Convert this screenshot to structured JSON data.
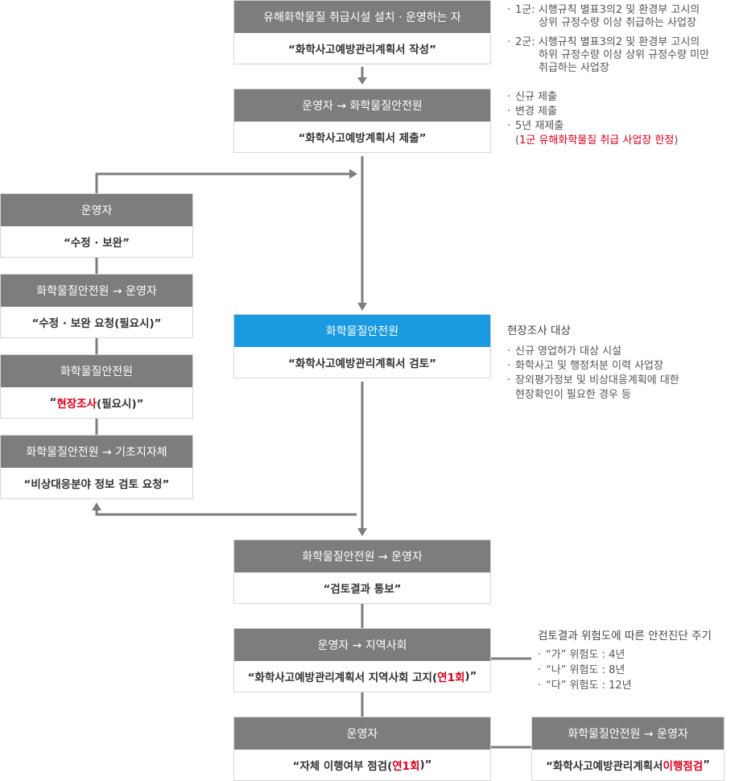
{
  "boxes": {
    "install": {
      "header": "유해화학물질 취급시설 설치 · 운영하는 자",
      "body": "“화학사고예방관리계획서 작성”"
    },
    "submit": {
      "header": "운영자 → 화학물질안전원",
      "body": "“화학사고예방계획서 제출”"
    },
    "review": {
      "header": "화학물질안전원",
      "body": "“화학사고예방관리계획서 검토”"
    },
    "notify_result": {
      "header": "화학물질안전원 → 운영자",
      "body": "“검토결과 통보”"
    },
    "community": {
      "header": "운영자 → 지역사회",
      "body_pre": "“화학사고예방관리계획서 지역사회 고지(",
      "body_red": "연1회",
      "body_post": ")”"
    },
    "self_check": {
      "header": "운영자",
      "body_pre": "“자체 이행여부 점검(",
      "body_red": "연1회",
      "body_post": ")”"
    },
    "impl_check": {
      "header": "화학물질안전원 → 운영자",
      "body_pre": "“화학사고예방관리계획서 ",
      "body_red": "이행점검",
      "body_post": "”"
    },
    "revise": {
      "header": "운영자",
      "body": "“수정 · 보완”"
    },
    "revise_request": {
      "header": "화학물질안전원 → 운영자",
      "body": "“수정 · 보완 요청(필요시)”"
    },
    "site_survey": {
      "header": "화학물질안전원",
      "body_pre": "“",
      "body_red": "현장조사",
      "body_post": "(필요시)”"
    },
    "local_gov": {
      "header": "화학물질안전원 → 기초지자체",
      "body": "“비상대응분야 정보 검토 요청”"
    }
  },
  "notes": {
    "grades": [
      {
        "bullet": "·",
        "lines": [
          "1군: 시행규칙 별표3의2 및 환경부 고시의",
          "상위 규정수량 이상 취급하는 사업장"
        ]
      },
      {
        "bullet": "·",
        "lines": [
          "2군: 시행규칙 별표3의2 및 환경부 고시의",
          "하위 규정수량 이상 상위 규정수량 미만",
          "취급하는 사업장"
        ]
      }
    ],
    "submission": {
      "items": [
        "신규 제출",
        "변경 제출",
        "5년 재제출"
      ],
      "last_pre": "(",
      "last_red": "1군 유해화학물질 취급 사업장 한정",
      "last_post": ")"
    },
    "site": {
      "title": "현장조사 대상",
      "items": [
        [
          "신규 영업허가 대상 시설"
        ],
        [
          "화학사고 및 행정처분 이력 사업장"
        ],
        [
          "장외평가정보 및 비상대응계획에 대한",
          "현장확인이 필요한 경우 등"
        ]
      ]
    },
    "cycle": {
      "title": "검토결과 위험도에 따른 안전진단 주기",
      "items": [
        "“가” 위험도 : 4년",
        "“나” 위험도 : 8년",
        "“다” 위험도 : 12년"
      ]
    }
  },
  "colors": {
    "header_gray": "#7d7d7d",
    "header_blue": "#1a9ae0",
    "highlight_red": "#d8001c",
    "connector": "#7d7d7d"
  }
}
